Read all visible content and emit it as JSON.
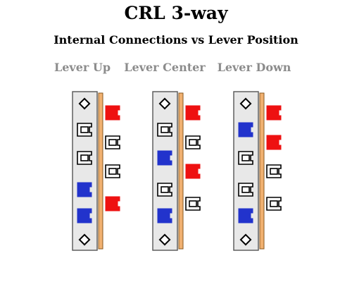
{
  "title": "CRL 3-way",
  "subtitle": "Internal Connections vs Lever Position",
  "positions": [
    {
      "label": "Lever Up",
      "left": [
        "mount",
        "tab",
        "tab",
        "blue",
        "blue",
        "mount"
      ],
      "right": [
        "red",
        "tab",
        "tab",
        "red"
      ]
    },
    {
      "label": "Lever Center",
      "left": [
        "mount",
        "tab",
        "blue",
        "tab",
        "blue",
        "mount"
      ],
      "right": [
        "red",
        "tab",
        "red",
        "tab"
      ]
    },
    {
      "label": "Lever Down",
      "left": [
        "mount",
        "blue",
        "tab",
        "tab",
        "blue",
        "mount"
      ],
      "right": [
        "red",
        "red",
        "tab",
        "tab"
      ]
    }
  ],
  "colors": {
    "red": "#ee1111",
    "blue": "#2233cc",
    "actuator": "#f0b070",
    "plate": "#e8e8e8"
  },
  "icons": {
    "mount": "diamond-mounting-hole-icon",
    "tab": "solder-tab-icon",
    "red": "red-connected-tab-icon",
    "blue": "blue-connected-tab-icon"
  }
}
